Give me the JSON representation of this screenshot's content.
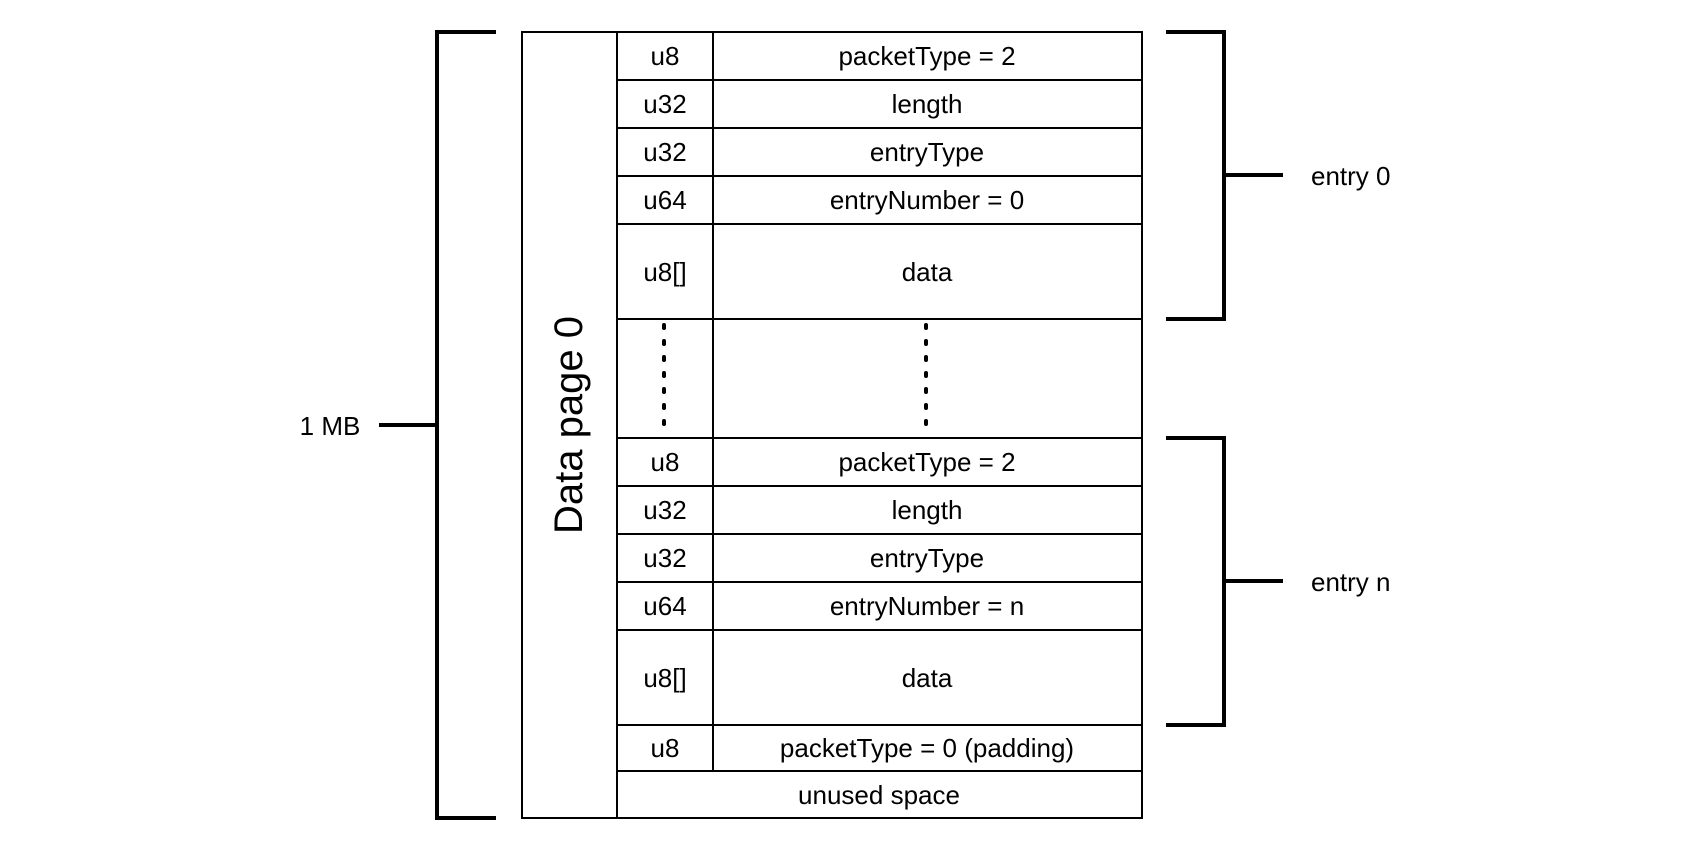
{
  "page_title": "Data page 0",
  "size_label": "1 MB",
  "entries": [
    {
      "label": "entry 0",
      "rows": [
        {
          "type": "u8",
          "field": "packetType = 2"
        },
        {
          "type": "u32",
          "field": "length"
        },
        {
          "type": "u32",
          "field": "entryType"
        },
        {
          "type": "u64",
          "field": "entryNumber = 0"
        },
        {
          "type": "u8[]",
          "field": "data"
        }
      ]
    },
    {
      "label": "entry n",
      "rows": [
        {
          "type": "u8",
          "field": "packetType = 2"
        },
        {
          "type": "u32",
          "field": "length"
        },
        {
          "type": "u32",
          "field": "entryType"
        },
        {
          "type": "u64",
          "field": "entryNumber = n"
        },
        {
          "type": "u8[]",
          "field": "data"
        }
      ]
    }
  ],
  "padding_row": {
    "type": "u8",
    "field": "packetType = 0 (padding)"
  },
  "unused_label": "unused space"
}
